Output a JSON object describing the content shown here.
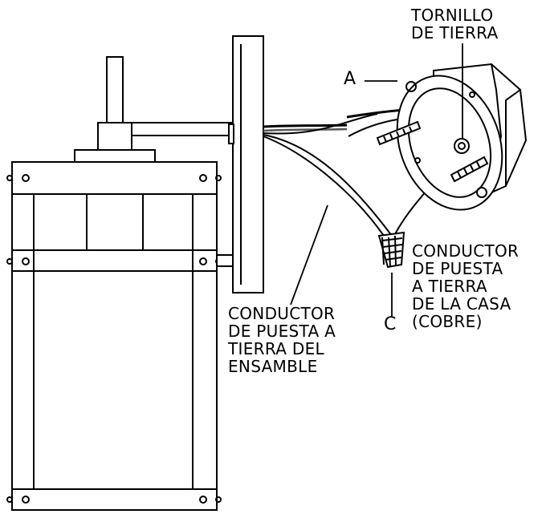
{
  "labels": {
    "tornillo": [
      "TORNILLO",
      "DE TIERRA"
    ],
    "a": "A",
    "casa": [
      "CONDUCTOR",
      "DE PUESTA",
      "A TIERRA",
      "DE LA CASA",
      "(COBRE)"
    ],
    "c": "C",
    "ensamble": [
      "CONDUCTOR",
      "DE PUESTA A",
      "TIERRA DEL",
      "ENSAMBLE"
    ]
  },
  "colors": {
    "stroke": "#000000",
    "fill": "#ffffff",
    "wire_shade": "#555555"
  }
}
